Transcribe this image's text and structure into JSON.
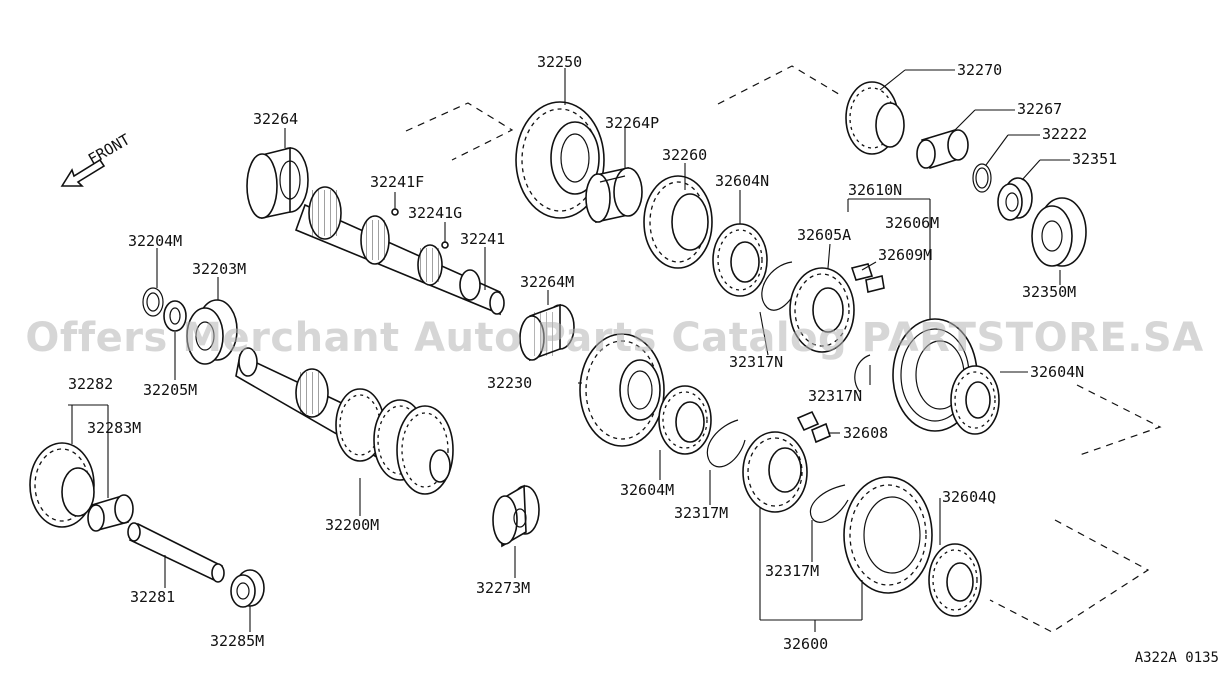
{
  "diagram": {
    "front_label": "FRONT",
    "figure_code": "A322A 0135",
    "watermark": "Offers Merchant Auto Parts Catalog PARTSTORE.SA",
    "parts": [
      {
        "id": "p32250",
        "label": "32250"
      },
      {
        "id": "p32270",
        "label": "32270"
      },
      {
        "id": "p32267",
        "label": "32267"
      },
      {
        "id": "p32222",
        "label": "32222"
      },
      {
        "id": "p32351",
        "label": "32351"
      },
      {
        "id": "p32264",
        "label": "32264"
      },
      {
        "id": "p32264P",
        "label": "32264P"
      },
      {
        "id": "p32260",
        "label": "32260"
      },
      {
        "id": "p32604N_a",
        "label": "32604N"
      },
      {
        "id": "p32610N",
        "label": "32610N"
      },
      {
        "id": "p32606M",
        "label": "32606M"
      },
      {
        "id": "p32605A",
        "label": "32605A"
      },
      {
        "id": "p32609M",
        "label": "32609M"
      },
      {
        "id": "p32241F",
        "label": "32241F"
      },
      {
        "id": "p32241G",
        "label": "32241G"
      },
      {
        "id": "p32241",
        "label": "32241"
      },
      {
        "id": "p32204M",
        "label": "32204M"
      },
      {
        "id": "p32203M",
        "label": "32203M"
      },
      {
        "id": "p32264M",
        "label": "32264M"
      },
      {
        "id": "p32350M",
        "label": "32350M"
      },
      {
        "id": "p32205M",
        "label": "32205M"
      },
      {
        "id": "p32317N_a",
        "label": "32317N"
      },
      {
        "id": "p32604N_b",
        "label": "32604N"
      },
      {
        "id": "p32282",
        "label": "32282"
      },
      {
        "id": "p32230",
        "label": "32230"
      },
      {
        "id": "p32317N_b",
        "label": "32317N"
      },
      {
        "id": "p32283M",
        "label": "32283M"
      },
      {
        "id": "p32608",
        "label": "32608"
      },
      {
        "id": "p32604M",
        "label": "32604M"
      },
      {
        "id": "p32604Q",
        "label": "32604Q"
      },
      {
        "id": "p32317M_a",
        "label": "32317M"
      },
      {
        "id": "p32200M",
        "label": "32200M"
      },
      {
        "id": "p32317M_b",
        "label": "32317M"
      },
      {
        "id": "p32273M",
        "label": "32273M"
      },
      {
        "id": "p32281",
        "label": "32281"
      },
      {
        "id": "p32285M",
        "label": "32285M"
      },
      {
        "id": "p32600",
        "label": "32600"
      }
    ]
  }
}
